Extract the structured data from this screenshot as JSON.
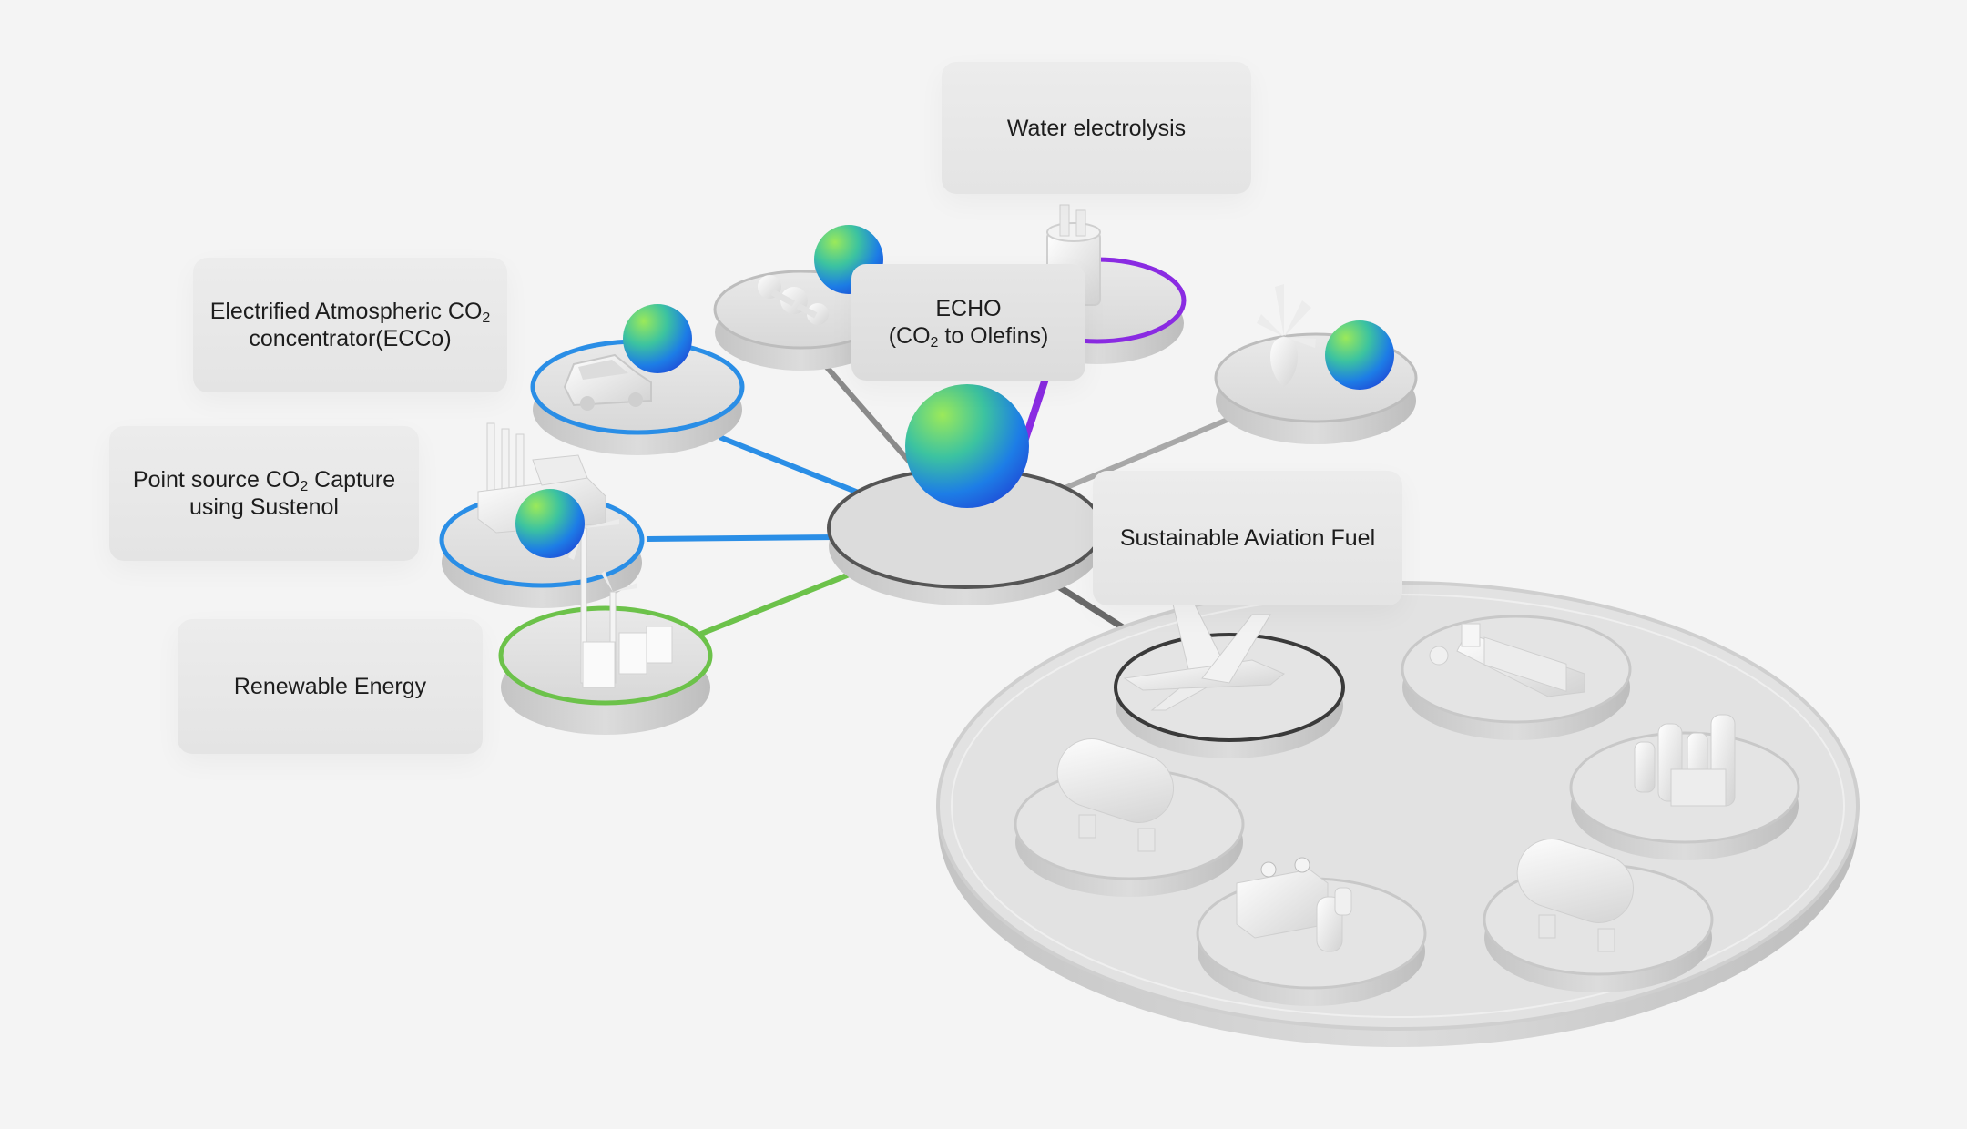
{
  "labels": {
    "water": {
      "text": "Water electrolysis"
    },
    "eco": {
      "line1_pre": "Electrified Atmospheric CO",
      "line1_sub": "2",
      "line2": "concentrator(ECCo)"
    },
    "echo": {
      "line1": "ECHO",
      "line2_pre": "(CO",
      "line2_sub": "2",
      "line2_post": " to Olefins)"
    },
    "point": {
      "line1_pre": "Point source CO",
      "line1_sub": "2",
      "line1_post": " Capture",
      "line2": "using Sustenol"
    },
    "renewable": {
      "text": "Renewable Energy"
    },
    "saf": {
      "text": "Sustainable Aviation Fuel"
    }
  },
  "colors": {
    "background": "#f4f4f4",
    "platform": "#e3e3e3",
    "platform_side": "#c9c9c9",
    "link_blue": "#2a8ee6",
    "link_green": "#6cc24a",
    "link_purple": "#8a2be2",
    "link_gray": "#9a9a9a",
    "ring_dark": "#444444",
    "sphere_green": "#8ee35a",
    "sphere_teal": "#1fb6b0",
    "sphere_blue": "#1f5fe0"
  },
  "icons": {
    "car": "car-icon",
    "factory": "factory-icon",
    "wind": "wind-turbine-icon",
    "molecule": "molecule-icon",
    "electrolyzer": "electrolyzer-icon",
    "balloon": "balloon-turbine-icon",
    "plane": "airplane-icon",
    "ship": "cargo-ship-icon",
    "tank": "storage-tank-icon",
    "chemical": "chemical-plant-icon",
    "machine": "generator-icon",
    "tank2": "storage-tank-icon"
  }
}
